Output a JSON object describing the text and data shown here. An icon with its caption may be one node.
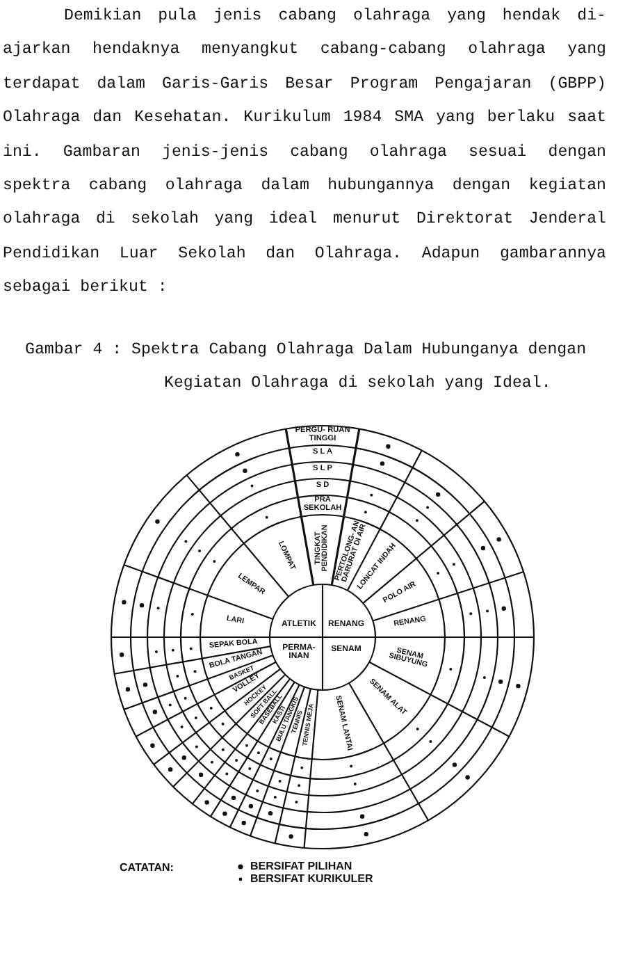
{
  "diagram": {
    "title": "Gambar 4 : Spektra Cabang Olahraga Dalam Hubunganya dengan Kegiatan Olahraga di sekolah yang Ideal.",
    "nodes": [
      {
        "text": [
          "PERGU- RUAN TINGGI"
        ]
      },
      {
        "text": [
          "S L A"
        ]
      },
      {
        "text": [
          "S L P"
        ]
      },
      {
        "text": [
          "S D"
        ]
      },
      {
        "text": [
          "PRA SEKOLAH"
        ]
      },
      {
        "text": [
          "TINGKAT PENDIDIKAN"
        ]
      },
      {
        "text": [
          "PERTOLONG- AN DARURAT DI AIR"
        ]
      },
      {
        "text": [
          "LOMPAT"
        ]
      },
      {
        "text": [
          "LONCAT INDAH"
        ]
      },
      {
        "text": [
          "LEMPAR"
        ]
      },
      {
        "text": [
          "POLO AIR"
        ]
      },
      {
        "text": [
          "LARI"
        ]
      },
      {
        "text": [
          "ATLETIK"
        ]
      },
      {
        "text": [
          "RENANG"
        ]
      },
      {
        "text": [
          "RENANG"
        ]
      },
      {
        "text": [
          "SEPAK BOLA"
        ]
      },
      {
        "text": [
          "PERMA- INAN"
        ]
      },
      {
        "text": [
          "SENAM"
        ]
      },
      {
        "text": [
          "BOLA TANGAN"
        ]
      },
      {
        "text": [
          "SENAM SIBUYUNG"
        ]
      },
      {
        "text": [
          "BASKET"
        ]
      },
      {
        "text": [
          "VOLLEY"
        ]
      },
      {
        "text": [
          "SENAM ALAT"
        ]
      },
      {
        "text": [
          "HOCKEY"
        ]
      },
      {
        "text": [
          "SOFT BALL"
        ]
      },
      {
        "text": [
          "BASEBALL"
        ]
      },
      {
        "text": [
          "KASTI"
        ]
      },
      {
        "text": [
          "BULU TANGKIS"
        ]
      },
      {
        "text": [
          "TENNIS"
        ]
      },
      {
        "text": [
          "TENNIS MEJA"
        ]
      },
      {
        "text": [
          "SENAM LANTAI"
        ]
      }
    ],
    "labels": [
      "Demikian pula jenis cabang olahraga yang hendak di- ajarkan hendaknya menyangkut cabang-cabang olahraga yang terdapat dalam Garis-Garis Besar Program Pengajaran (GBPP) Olahraga dan Kesehatan. Kurikulum 1984 SMA yang berlaku saat ini. Gambaran jenis-jenis cabang olahraga sesuai dengan spektra cabang olahraga dalam hubungannya dengan kegiatan olahraga di sekolah yang ideal menurut Direktorat Jenderal Pendidikan Luar Sekolah dan Olahraga. Adapun gambarannya sebagai berikut :",
      "CATATAN:"
    ],
    "legend": [
      {
        "text": "BERSIFAT PILIHAN"
      },
      {
        "text": "BERSIFAT KURIKULER"
      }
    ]
  }
}
